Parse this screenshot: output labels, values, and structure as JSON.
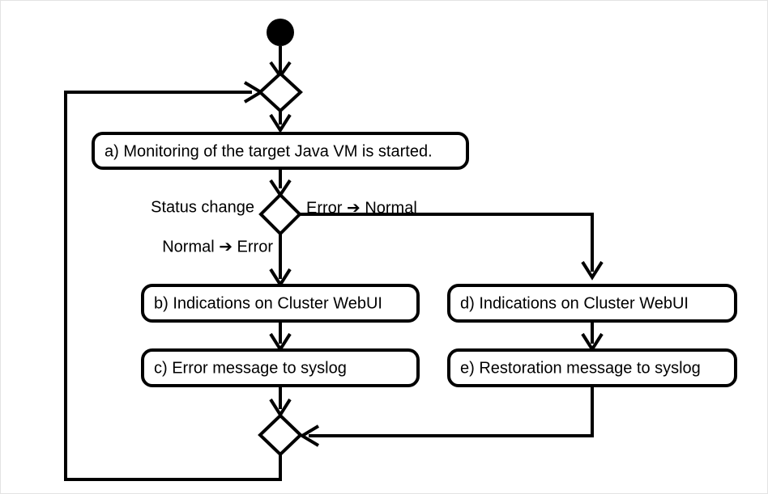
{
  "diagram": {
    "type": "activity-flowchart",
    "background_color": "#ffffff",
    "line_color": "#000000",
    "border_color": "#e3e3e3",
    "start_node": {
      "name": "start",
      "shape": "filled-circle"
    },
    "merge_top": {
      "name": "merge-top",
      "shape": "diamond"
    },
    "merge_bottom": {
      "name": "merge-bottom",
      "shape": "diamond"
    },
    "decision": {
      "name": "status-change-decision",
      "shape": "diamond",
      "label": "Status change"
    },
    "nodes": [
      {
        "id": "a",
        "label": "a) Monitoring of the target Java VM is started."
      },
      {
        "id": "b",
        "label": "b) Indications on Cluster WebUI"
      },
      {
        "id": "c",
        "label": "c) Error message to syslog"
      },
      {
        "id": "d",
        "label": "d) Indications on Cluster WebUI"
      },
      {
        "id": "e",
        "label": "e) Restoration message to syslog"
      }
    ],
    "edge_labels": {
      "decision_title": "Status change",
      "branch_left": "Normal ➔ Error",
      "branch_right": "Error ➔ Normal"
    }
  }
}
